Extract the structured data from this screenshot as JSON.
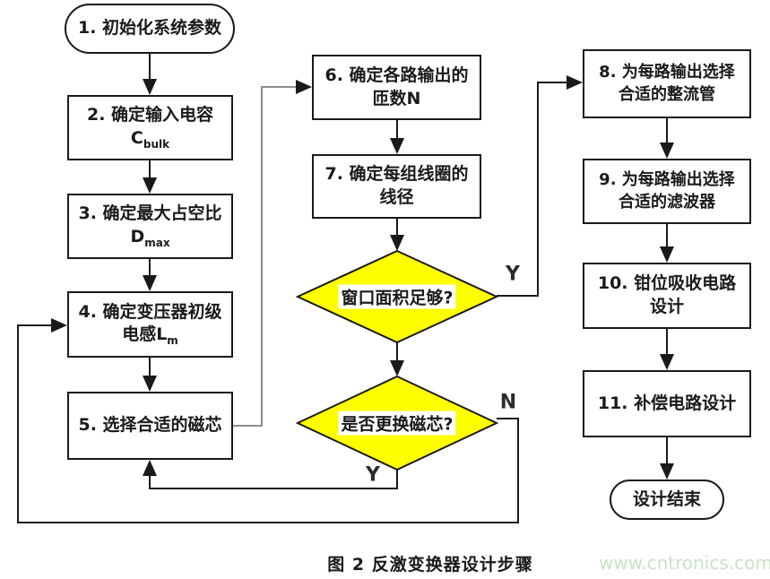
{
  "title_caption": "图 2 反激变换器设计步骤",
  "watermark": "www.cntronics.com",
  "colors": {
    "diamond_fill": "#ffff00",
    "line": "#1a1a1a",
    "loop_line_gray": "#8e8e8e",
    "watermark_green": "#c8e3c4",
    "background": "#ffffff"
  },
  "nodes": {
    "start": {
      "shape": "stadium",
      "label": "1. 初始化系统参数"
    },
    "step2": {
      "shape": "rect",
      "line1": "2. 确定输入电容",
      "symbol": "C",
      "subscript": "bulk"
    },
    "step3": {
      "shape": "rect",
      "line1": "3. 确定最大占空比",
      "symbol": "D",
      "subscript": "max"
    },
    "step4": {
      "shape": "rect",
      "line1": "4. 确定变压器初级",
      "line2_main": "电感L",
      "subscript": "m"
    },
    "step5": {
      "shape": "rect",
      "label": "5. 选择合适的磁芯"
    },
    "step6": {
      "shape": "rect",
      "line1": "6. 确定各路输出的",
      "line2": "匝数N"
    },
    "step7": {
      "shape": "rect",
      "line1": "7. 确定每组线圈的",
      "line2": "线径"
    },
    "decision_window": {
      "shape": "diamond",
      "label": "窗口面积足够?"
    },
    "decision_core": {
      "shape": "diamond",
      "label": "是否更换磁芯?"
    },
    "step8": {
      "shape": "rect",
      "line1": "8. 为每路输出选择",
      "line2": "合适的整流管"
    },
    "step9": {
      "shape": "rect",
      "line1": "9. 为每路输出选择",
      "line2": "合适的滤波器"
    },
    "step10": {
      "shape": "rect",
      "line1": "10. 钳位吸收电路",
      "line2": "设计"
    },
    "step11": {
      "shape": "rect",
      "label": "11. 补偿电路设计"
    },
    "end": {
      "shape": "stadium",
      "label": "设计结束"
    }
  },
  "branch_labels": {
    "window_yes": "Y",
    "core_no": "N",
    "core_yes": "Y"
  }
}
